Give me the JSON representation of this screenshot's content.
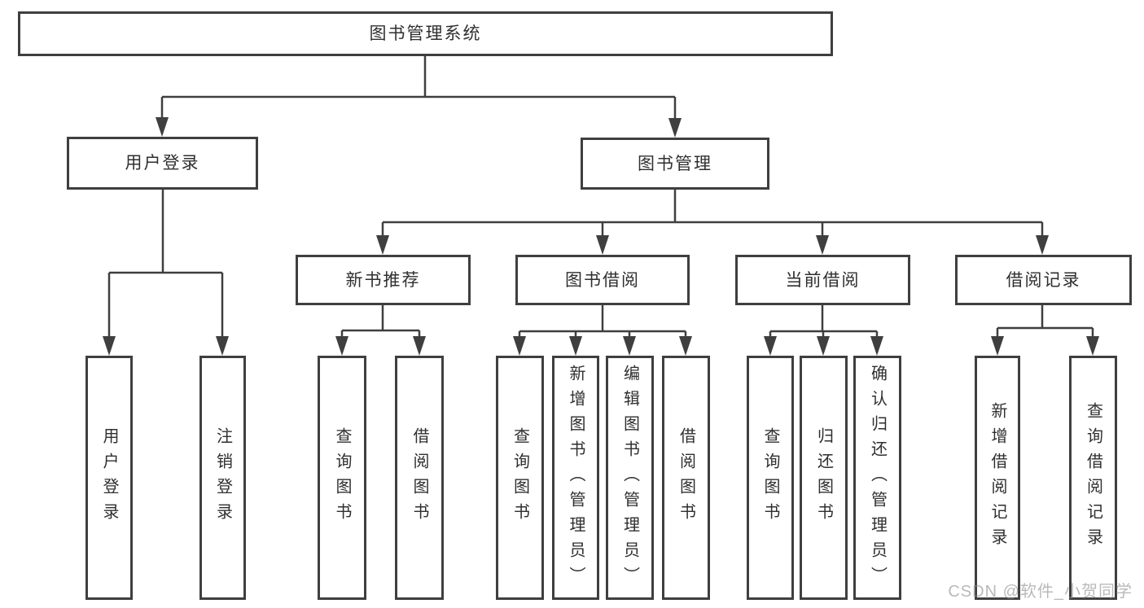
{
  "diagram": {
    "root_label": "图书管理系统",
    "branches": [
      {
        "label": "用户登录",
        "children": [
          {
            "label": "用户登录"
          },
          {
            "label": "注销登录"
          }
        ]
      },
      {
        "label": "图书管理",
        "children": [
          {
            "label": "新书推荐",
            "children": [
              {
                "label": "查询图书"
              },
              {
                "label": "借阅图书"
              }
            ]
          },
          {
            "label": "图书借阅",
            "children": [
              {
                "label": "查询图书"
              },
              {
                "label": "新增图书（管理员）"
              },
              {
                "label": "编辑图书（管理员）"
              },
              {
                "label": "借阅图书"
              }
            ]
          },
          {
            "label": "当前借阅",
            "children": [
              {
                "label": "查询图书"
              },
              {
                "label": "归还图书"
              },
              {
                "label": "确认归还（管理员）"
              }
            ]
          },
          {
            "label": "借阅记录",
            "children": [
              {
                "label": "新增借阅记录"
              },
              {
                "label": "查询借阅记录"
              }
            ]
          }
        ]
      }
    ],
    "watermark": "CSDN @软件_小贺同学"
  },
  "colors": {
    "line": "#3F3F3F",
    "text": "#2F2F2F",
    "background": "#FFFFFF",
    "watermark": "#8F8F8F"
  }
}
